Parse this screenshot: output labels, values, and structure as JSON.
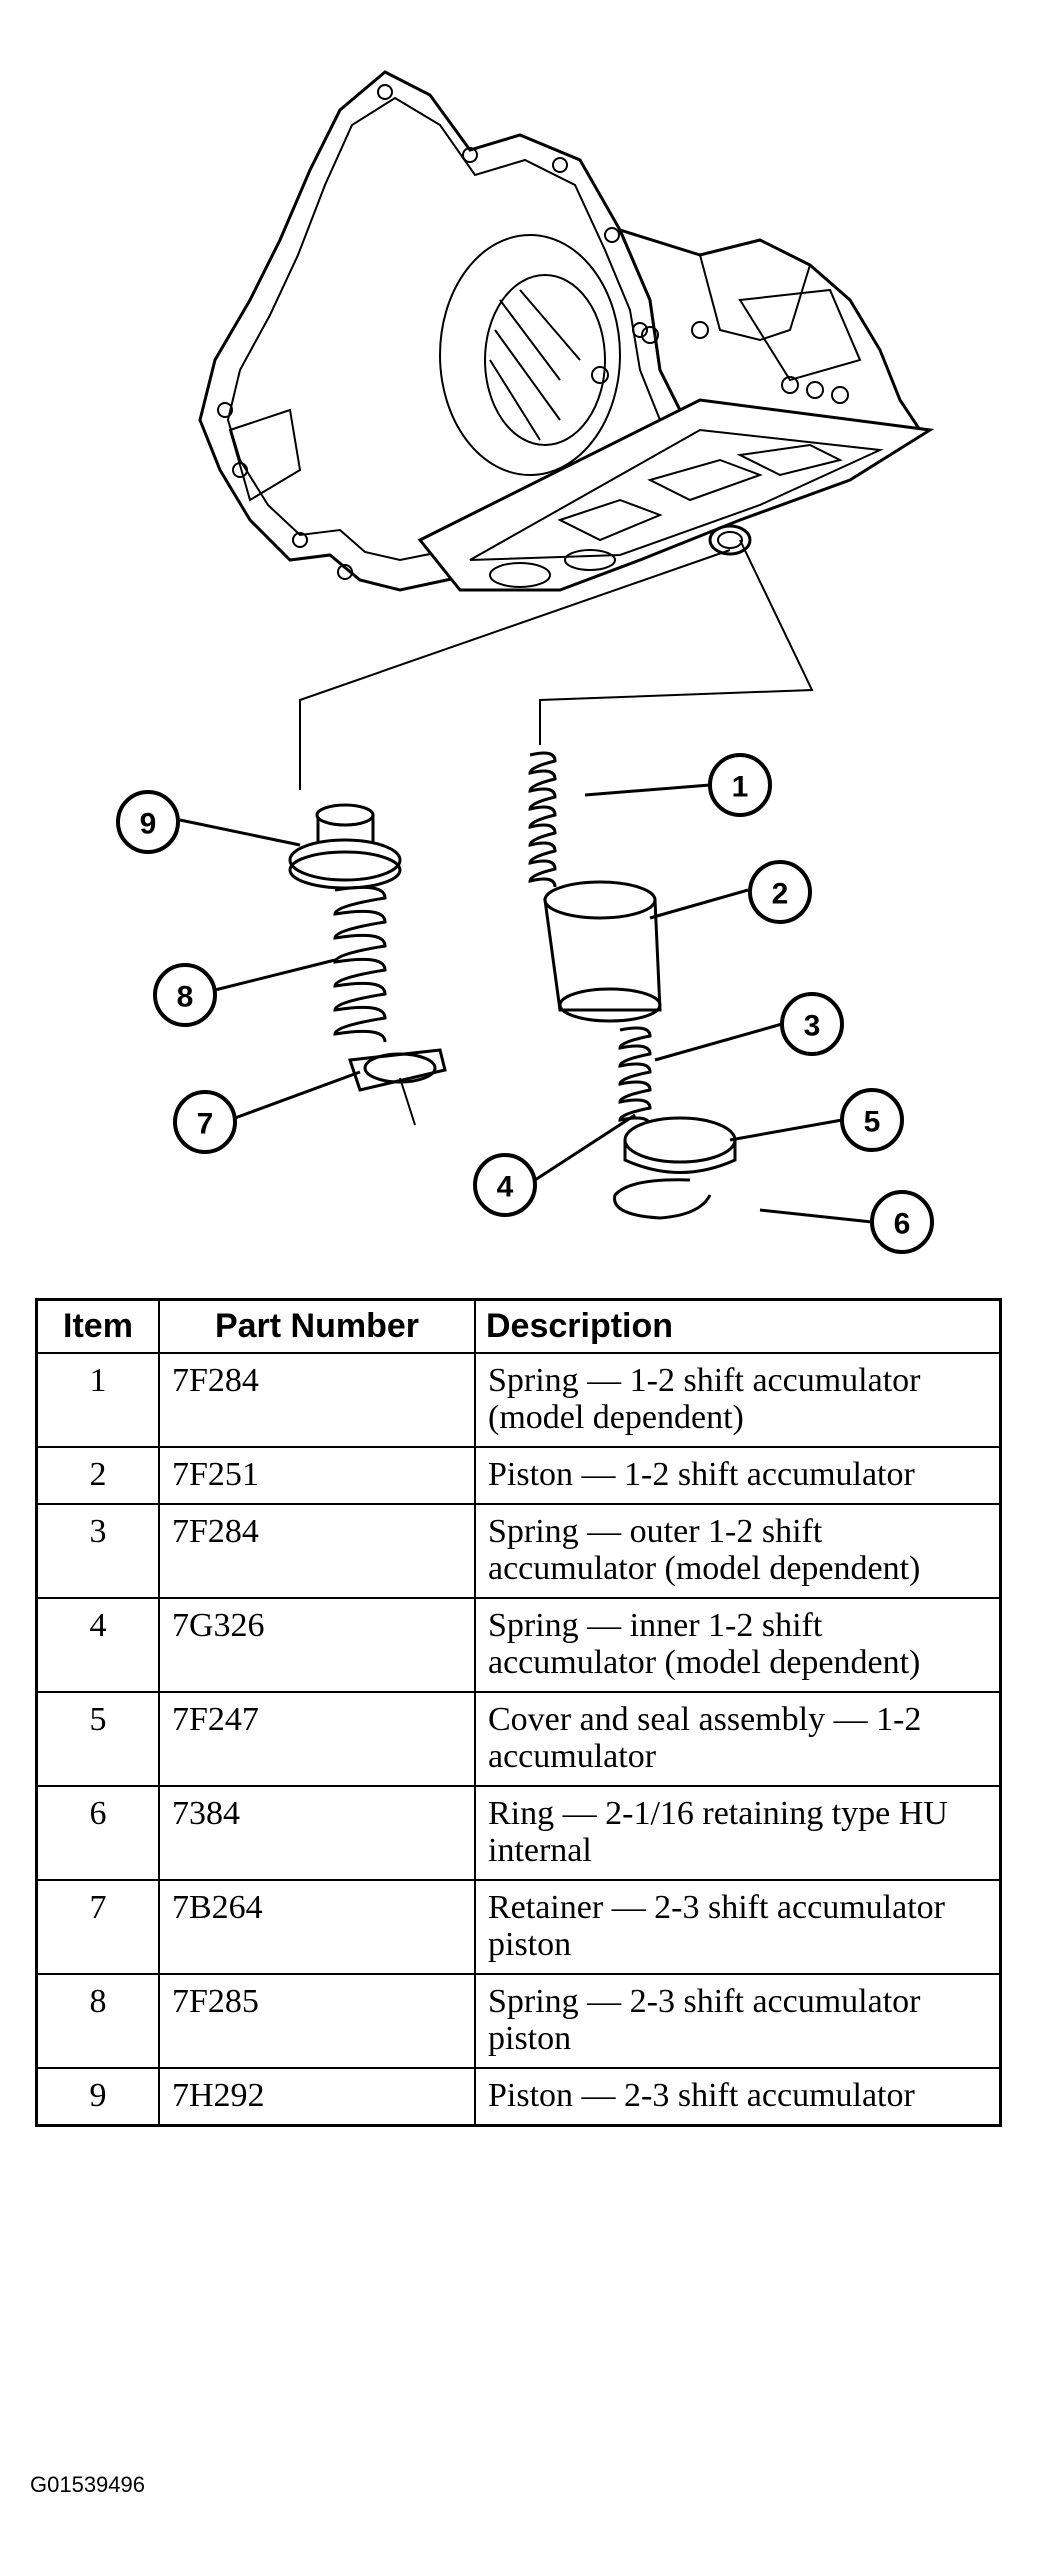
{
  "callouts": [
    "1",
    "2",
    "3",
    "4",
    "5",
    "6",
    "7",
    "8",
    "9"
  ],
  "table": {
    "headers": {
      "item": "Item",
      "part_number": "Part Number",
      "description": "Description"
    },
    "rows": [
      {
        "item": "1",
        "part_number": "7F284",
        "description": "Spring — 1-2 shift accumulator (model dependent)"
      },
      {
        "item": "2",
        "part_number": "7F251",
        "description": "Piston — 1-2 shift accumulator"
      },
      {
        "item": "3",
        "part_number": "7F284",
        "description": "Spring — outer 1-2 shift accumulator (model dependent)"
      },
      {
        "item": "4",
        "part_number": "7G326",
        "description": "Spring — inner 1-2 shift accumulator (model dependent)"
      },
      {
        "item": "5",
        "part_number": "7F247",
        "description": "Cover and seal assembly — 1-2 accumulator"
      },
      {
        "item": "6",
        "part_number": "7384",
        "description": "Ring — 2-1/16 retaining type HU internal"
      },
      {
        "item": "7",
        "part_number": "7B264",
        "description": "Retainer — 2-3 shift accumulator piston"
      },
      {
        "item": "8",
        "part_number": "7F285",
        "description": "Spring — 2-3 shift accumulator piston"
      },
      {
        "item": "9",
        "part_number": "7H292",
        "description": "Piston — 2-3 shift accumulator"
      }
    ]
  },
  "figure_id": "G01539496"
}
